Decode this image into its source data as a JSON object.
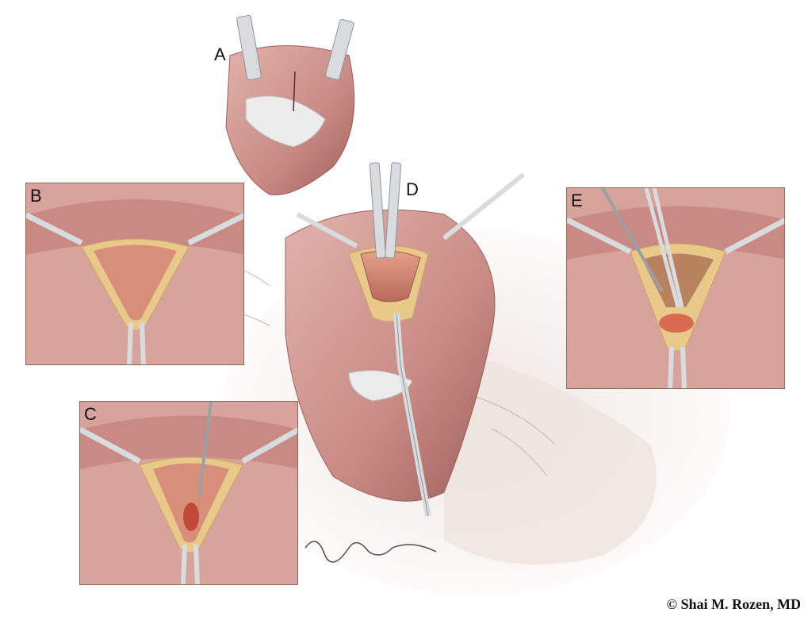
{
  "panels": [
    {
      "id": "A",
      "label": "A"
    },
    {
      "id": "B",
      "label": "B"
    },
    {
      "id": "C",
      "label": "C"
    },
    {
      "id": "D",
      "label": "D"
    },
    {
      "id": "E",
      "label": "E"
    }
  ],
  "credit": "© Shai M. Rozen, MD",
  "colors": {
    "tissue": "#c98a84",
    "tissue_dark": "#a86a66",
    "tissue_light": "#e2b3ad",
    "muscle": "#d88f7a",
    "fat": "#e9c98a",
    "metal": "#d9dcde",
    "frame": "#8a6a52",
    "teeth": "#ececec"
  }
}
